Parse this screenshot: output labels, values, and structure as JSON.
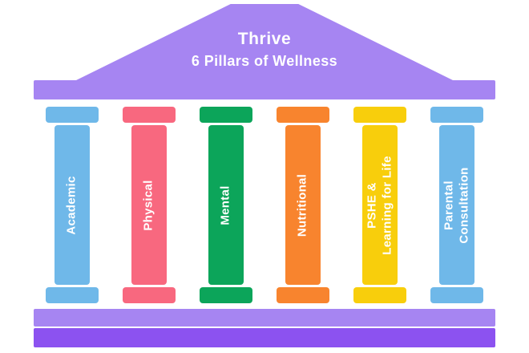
{
  "header": {
    "title": "Thrive",
    "subtitle": "6 Pillars of Wellness"
  },
  "pillars": [
    {
      "label": "Academic",
      "color": "#6fb8e9"
    },
    {
      "label": "Physical",
      "color": "#f8687f"
    },
    {
      "label": "Mental",
      "color": "#0ca55a"
    },
    {
      "label": "Nutritional",
      "color": "#f8842e"
    },
    {
      "label": "PSHE &\nLearning for Life",
      "color": "#f8ce0c"
    },
    {
      "label": "Parental\nConsultation",
      "color": "#6fb8e9"
    }
  ],
  "colors": {
    "structure": "#a685f2",
    "foundation": "#8c52f0",
    "label_text": "#ffffff"
  }
}
